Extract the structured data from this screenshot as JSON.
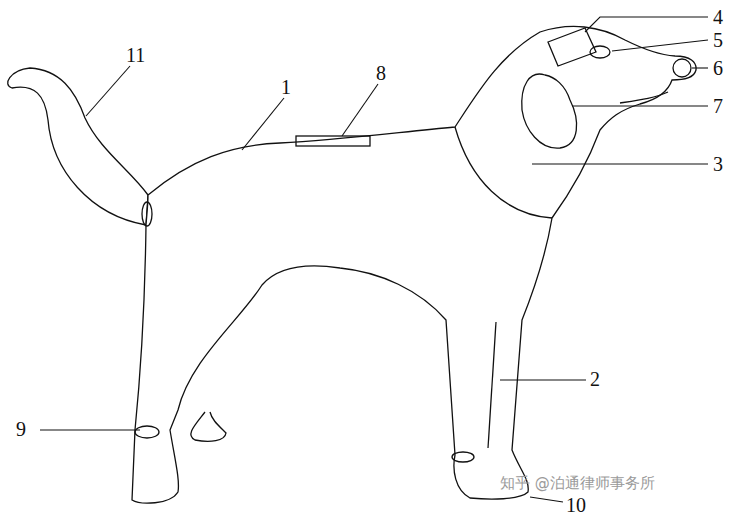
{
  "diagram": {
    "labels": [
      "4",
      "5",
      "11",
      "1",
      "8",
      "6",
      "7",
      "3",
      "2",
      "9",
      "10",
      "知乎 @泊通律师事务所"
    ]
  }
}
